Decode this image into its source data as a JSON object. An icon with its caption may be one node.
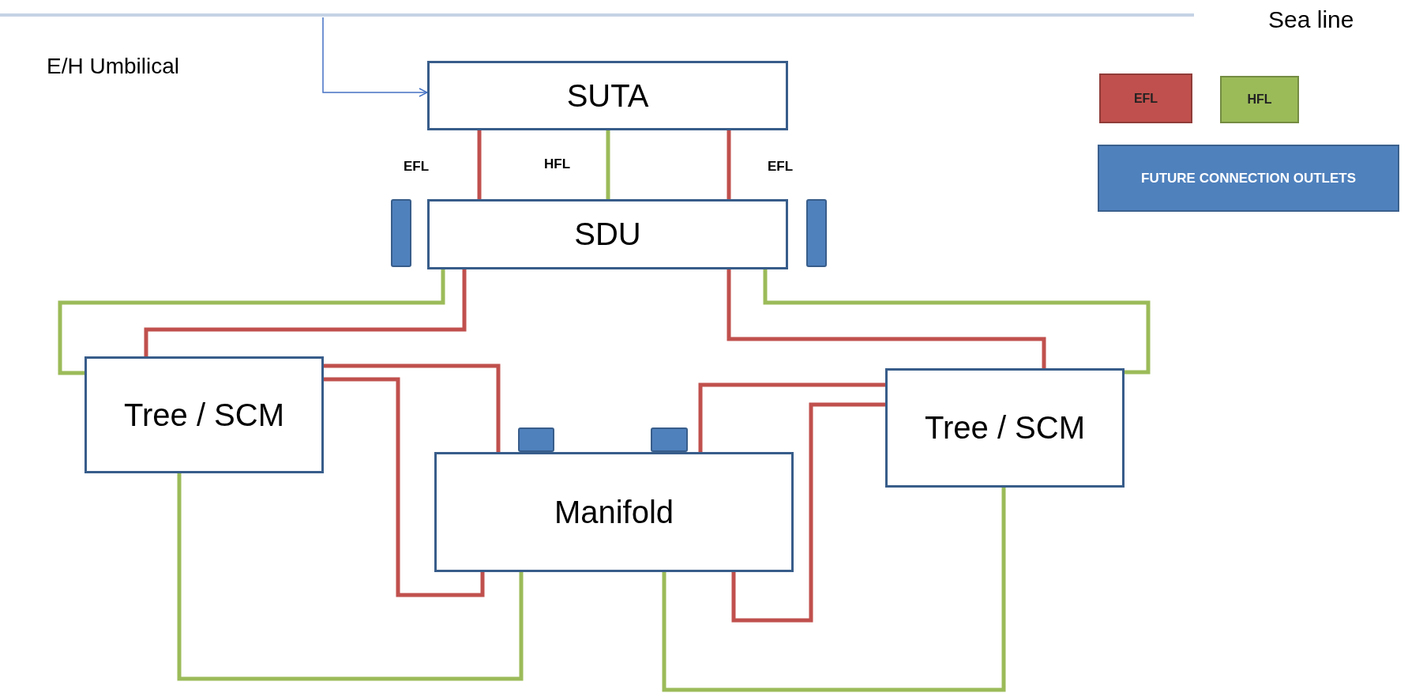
{
  "diagram": {
    "nodes": [
      {
        "text": [
          "SUTA"
        ]
      },
      {
        "text": [
          "SDU"
        ]
      },
      {
        "text": [
          "Tree / SCM"
        ]
      },
      {
        "text": [
          "Manifold"
        ]
      },
      {
        "text": [
          "Tree / SCM"
        ]
      },
      {
        "text": [],
        "shape": "box"
      },
      {
        "text": [],
        "shape": "box"
      },
      {
        "text": [],
        "shape": "box"
      },
      {
        "text": [],
        "shape": "box"
      }
    ],
    "edges": [
      {
        "from": null,
        "to": 0,
        "arrow": "to",
        "color": "#4472c4"
      },
      {
        "from": 0,
        "to": 1,
        "arrow": "none"
      },
      {
        "from": 0,
        "to": 1,
        "arrow": "none",
        "color": "#9bbb59"
      },
      {
        "from": 0,
        "to": 1,
        "arrow": "none"
      },
      {
        "from": 1,
        "to": 2,
        "arrow": "none",
        "color": "#9bbb59"
      },
      {
        "from": 1,
        "to": 2,
        "arrow": "none"
      },
      {
        "from": 1,
        "to": 4,
        "arrow": "none"
      },
      {
        "from": 1,
        "to": 4,
        "arrow": "none",
        "color": "#9bbb59"
      },
      {
        "from": 2,
        "to": 3,
        "arrow": "none"
      },
      {
        "from": 2,
        "to": 3,
        "arrow": "none"
      },
      {
        "from": 2,
        "to": 3,
        "arrow": "none",
        "color": "#9bbb59"
      },
      {
        "from": 4,
        "to": 3,
        "arrow": "none"
      },
      {
        "from": 4,
        "to": 3,
        "arrow": "none"
      },
      {
        "from": 3,
        "to": 4,
        "arrow": "none",
        "color": "#9bbb59"
      }
    ],
    "labels": [
      "Sea line",
      "E/H Umbilical",
      "EFL",
      "HFL",
      "EFL"
    ],
    "legend": [
      {
        "text": "EFL",
        "color": "#c0504d"
      },
      {
        "text": "HFL",
        "color": "#9bbb59"
      },
      {
        "text": "FUTURE CONNECTION OUTLETS",
        "color": "#4f81bd"
      }
    ]
  }
}
